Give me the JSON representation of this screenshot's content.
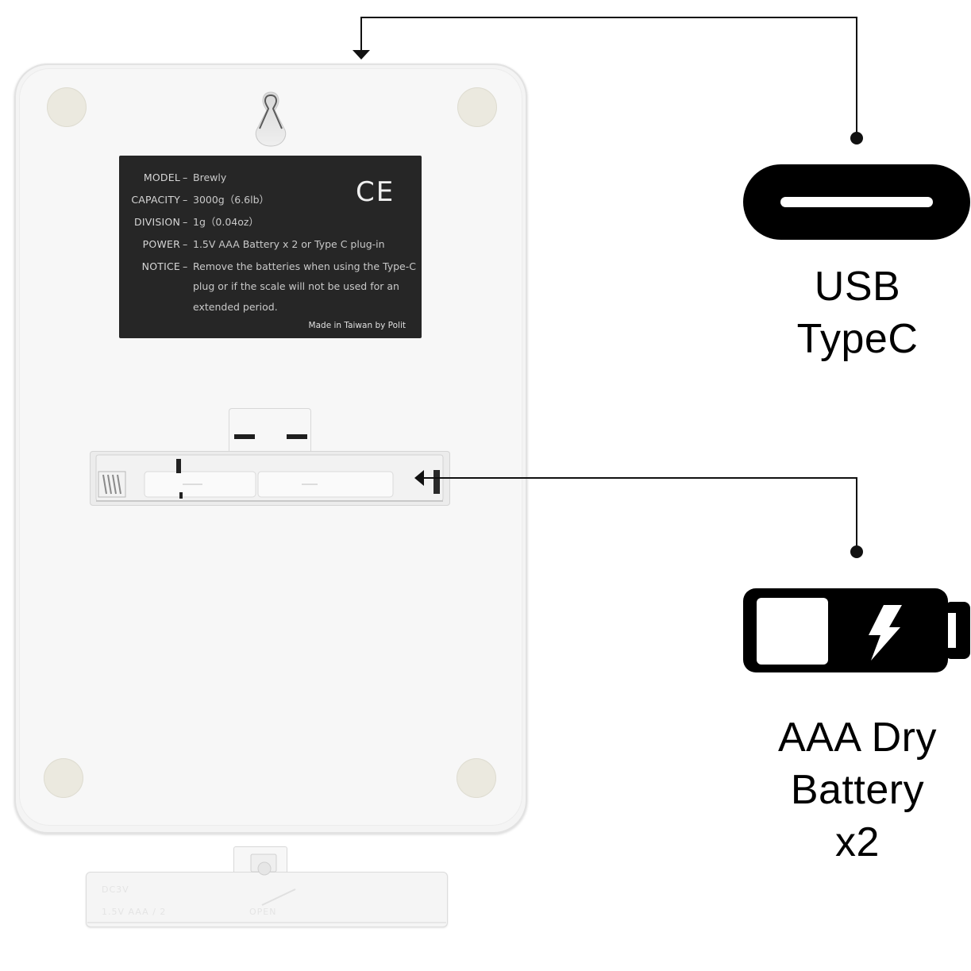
{
  "label": {
    "rows": [
      {
        "key": "MODEL",
        "value": "Brewly"
      },
      {
        "key": "CAPACITY",
        "value": "3000g（6.6lb）"
      },
      {
        "key": "DIVISION",
        "value": "1g（0.04oz）"
      },
      {
        "key": "POWER",
        "value": "1.5V AAA Battery x 2 or Type C plug-in"
      },
      {
        "key": "NOTICE",
        "value": "Remove the batteries when using the Type-C"
      }
    ],
    "notice_cont_1": "plug or if the scale will not be used for an",
    "notice_cont_2": "extended period.",
    "made_in": "Made in Taiwan by Polit",
    "ce": "CE"
  },
  "lid": {
    "line1": "DC3V",
    "line2": "1.5V AAA / 2",
    "open": "OPEN"
  },
  "callouts": {
    "usb_line1": "USB",
    "usb_line2": "TypeC",
    "battery_line1": "AAA Dry",
    "battery_line2": "Battery",
    "battery_line3": "x2"
  },
  "icons": [
    "usb-c-port-icon",
    "battery-charging-icon"
  ],
  "colors": {
    "label_bg": "#262626",
    "scale_body": "#f4f4f4",
    "icon": "#000000"
  }
}
